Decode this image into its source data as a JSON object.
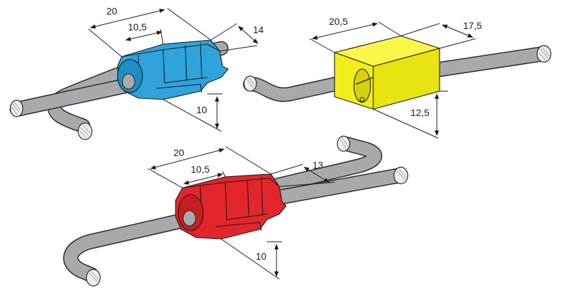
{
  "colors": {
    "blue_connector": "#2fa3dc",
    "yellow_connector": "#f2ee1a",
    "red_connector": "#e3262b",
    "cable": "#a7a9ac",
    "cable_outline": "#2a2a2a",
    "strands": "#ededed",
    "dimension_lines": "#1a1a1a"
  },
  "blue_connector": {
    "dim_length": "20",
    "dim_inner": "10,5",
    "dim_width": "14",
    "dim_height": "10"
  },
  "yellow_connector": {
    "dim_length": "20,5",
    "dim_width": "17,5",
    "dim_height": "12,5"
  },
  "red_connector": {
    "dim_length": "20",
    "dim_inner": "10,5",
    "dim_width": "13",
    "dim_height": "10"
  }
}
